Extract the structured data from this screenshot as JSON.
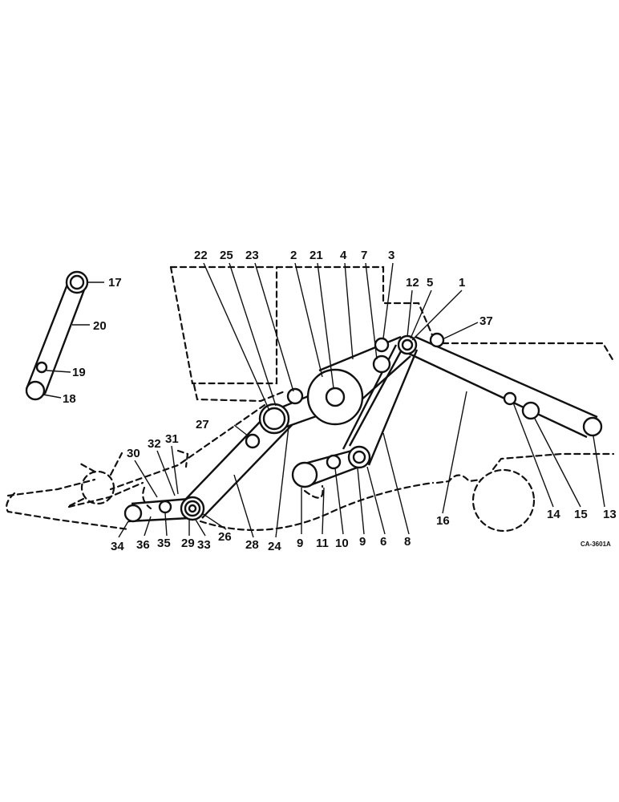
{
  "diagram_code": "CA-3601A",
  "callouts": [
    "1",
    "2",
    "3",
    "4",
    "5",
    "6",
    "7",
    "8",
    "9",
    "10",
    "11",
    "12",
    "13",
    "14",
    "15",
    "16",
    "17",
    "18",
    "19",
    "20",
    "21",
    "22",
    "23",
    "24",
    "25",
    "26",
    "27",
    "28",
    "29",
    "30",
    "31",
    "32",
    "33",
    "34",
    "35",
    "36",
    "37"
  ]
}
